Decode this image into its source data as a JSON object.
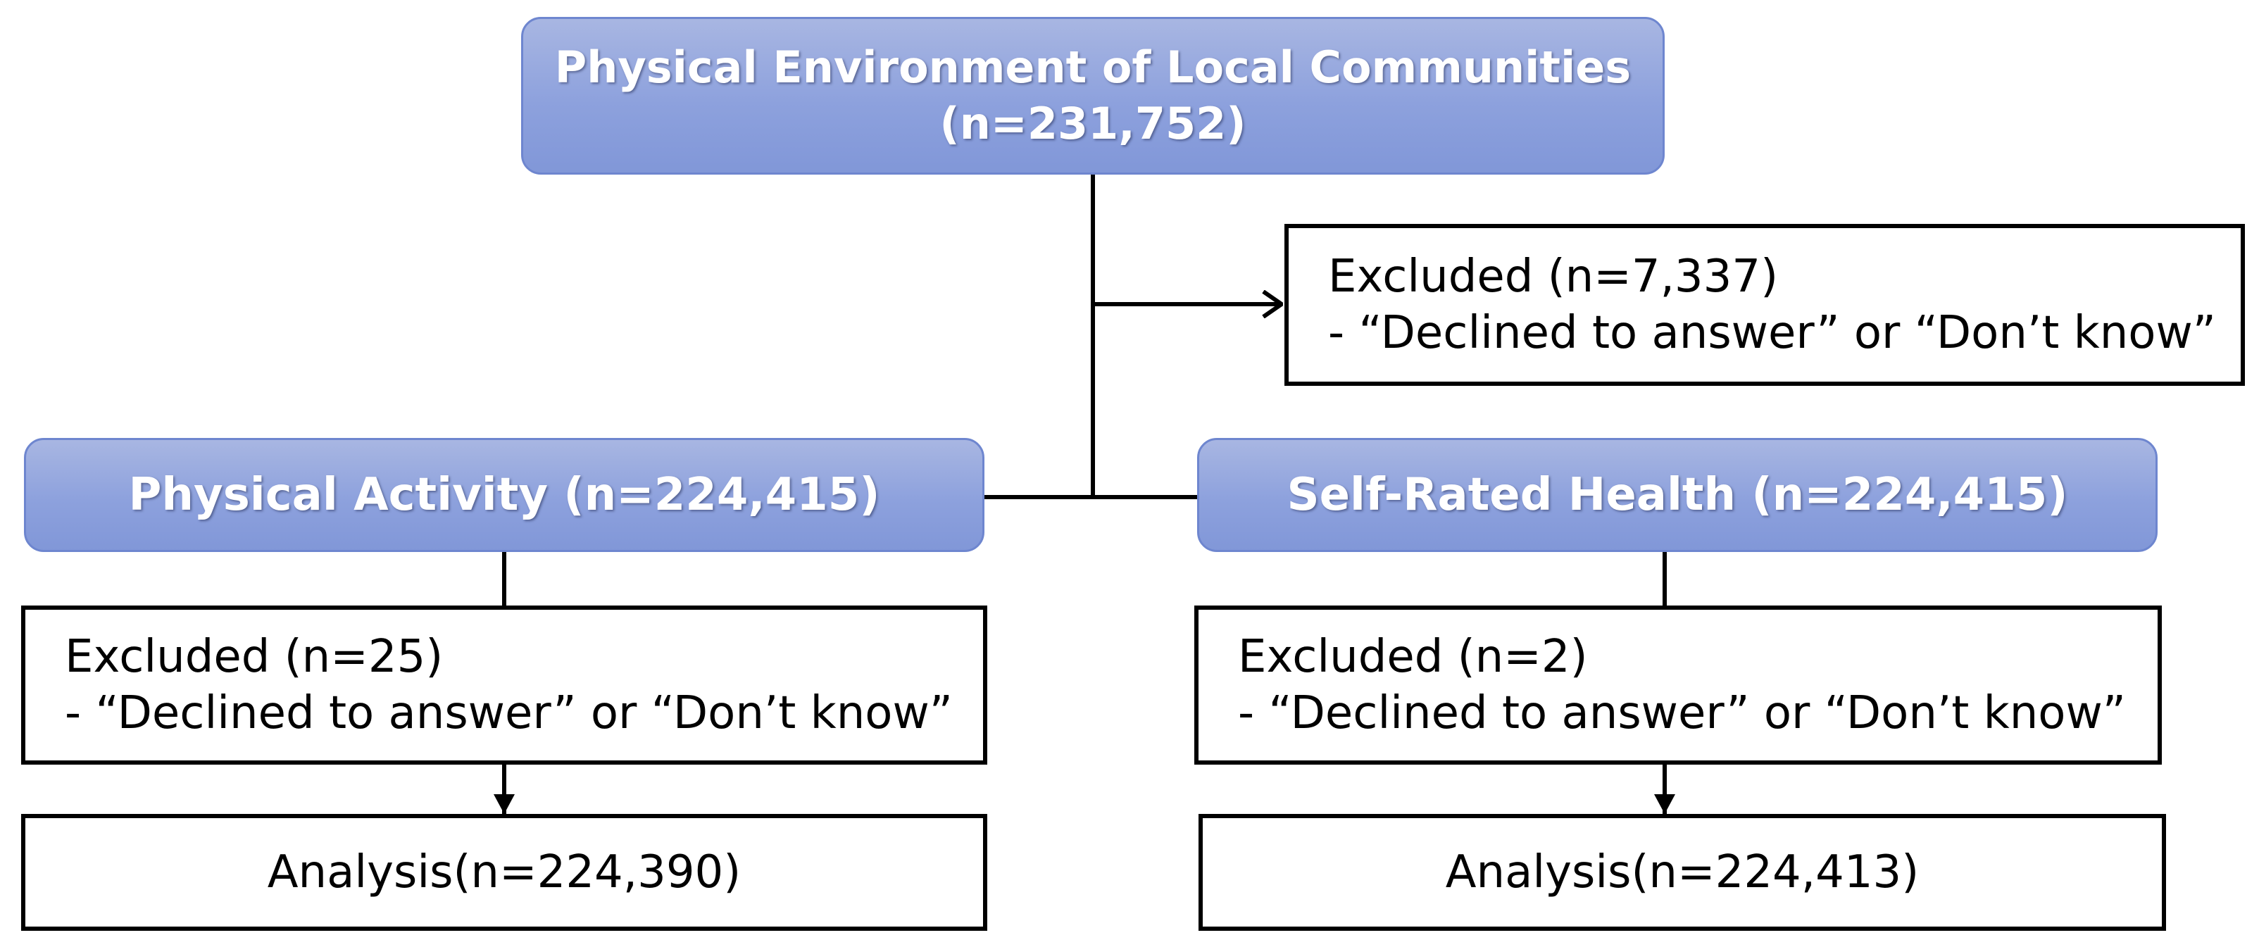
{
  "source": {
    "title": "Physical Environment of Local Communities",
    "count": "(n=231,752)"
  },
  "excluded_source": {
    "line1": "Excluded (n=7,337)",
    "line2": "- “Declined to answer” or “Don’t know”"
  },
  "physical_activity": {
    "label": "Physical Activity (n=224,415)",
    "excluded_line1": "Excluded (n=25)",
    "excluded_line2": "- “Declined to answer” or “Don’t know”",
    "analysis": "Analysis(n=224,390)"
  },
  "self_rated_health": {
    "label": "Self-Rated Health (n=224,415)",
    "excluded_line1": "Excluded (n=2)",
    "excluded_line2": "- “Declined to answer” or “Don’t know”",
    "analysis": "Analysis(n=224,413)"
  },
  "colors": {
    "box_fill": "#8da1dd",
    "box_border": "#6e86cf",
    "line": "#000000"
  }
}
